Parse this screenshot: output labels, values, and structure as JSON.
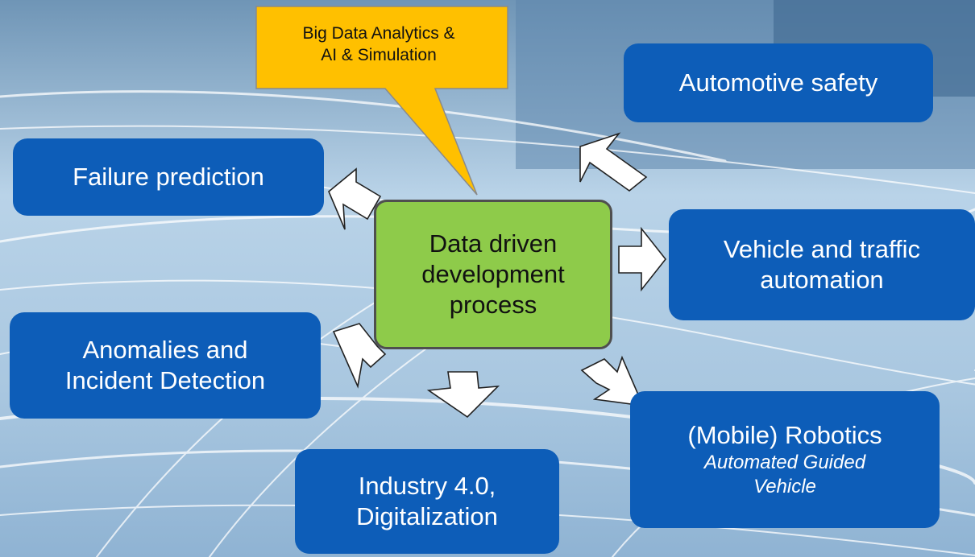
{
  "callout": {
    "line1": "Big Data Analytics &",
    "line2": "AI & Simulation"
  },
  "center": {
    "line1": "Data driven",
    "line2": "development",
    "line3": "process"
  },
  "boxes": {
    "automotive_safety": {
      "line1": "Automotive safety"
    },
    "failure_prediction": {
      "line1": "Failure prediction"
    },
    "vehicle_traffic": {
      "line1": "Vehicle and traffic",
      "line2": "automation"
    },
    "anomalies": {
      "line1": "Anomalies and",
      "line2": "Incident Detection"
    },
    "robotics": {
      "line1": "(Mobile) Robotics",
      "sub1": "Automated Guided",
      "sub2": "Vehicle"
    },
    "industry": {
      "line1": "Industry 4.0,",
      "line2": "Digitalization"
    }
  },
  "colors": {
    "box": "#0d5db8",
    "center": "#8ecb4a",
    "callout": "#ffc000",
    "background": "#9fc3de"
  }
}
